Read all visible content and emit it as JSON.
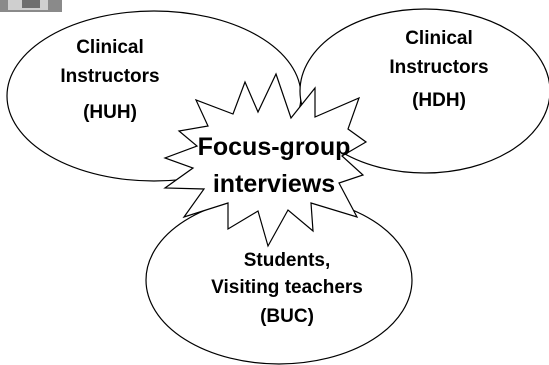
{
  "diagram": {
    "center": {
      "lines": [
        "Focus-group",
        "interviews"
      ]
    },
    "ellipses": [
      {
        "id": "left",
        "lines": [
          "Clinical",
          "Instructors",
          "(HUH)"
        ]
      },
      {
        "id": "right",
        "lines": [
          "Clinical",
          "Instructors",
          "(HDH)"
        ]
      },
      {
        "id": "bottom",
        "lines": [
          "Students,",
          "Visiting teachers",
          "(BUC)"
        ]
      }
    ]
  },
  "colors": {
    "stroke": "#000000",
    "fill": "#ffffff",
    "photo_corner": "#7a7a7a"
  }
}
